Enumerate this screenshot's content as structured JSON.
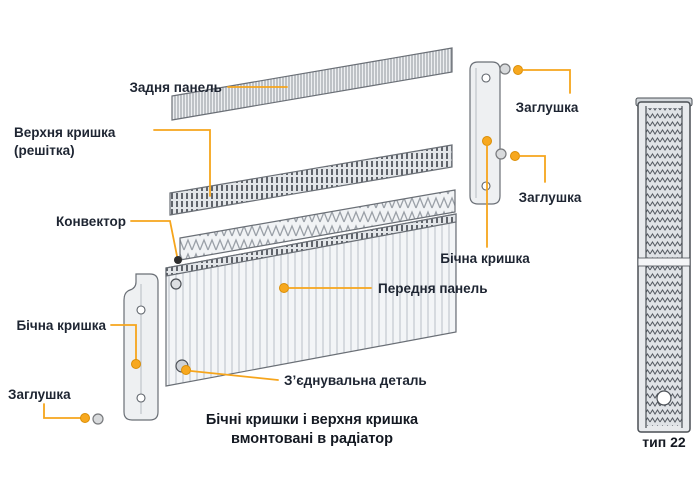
{
  "diagram": {
    "title_context": "radiator exploded view",
    "labels": {
      "back_panel": "Задня панель",
      "top_cover_line1": "Верхня кришка",
      "top_cover_line2": "(решітка)",
      "convector": "Конвектор",
      "side_cover": "Бічна кришка",
      "plug": "Заглушка",
      "front_panel": "Передня панель",
      "connector": "З’єднувальна деталь",
      "note_line1": "Бічні кришки і верхня кришка",
      "note_line2": "вмонтовані в радіатор",
      "type": "тип 22"
    },
    "colors": {
      "leader_line": "#F6A51C",
      "connection_dot": "#F7A81F",
      "label_text": "#1E2532",
      "line_art": "#6A6F76"
    }
  }
}
